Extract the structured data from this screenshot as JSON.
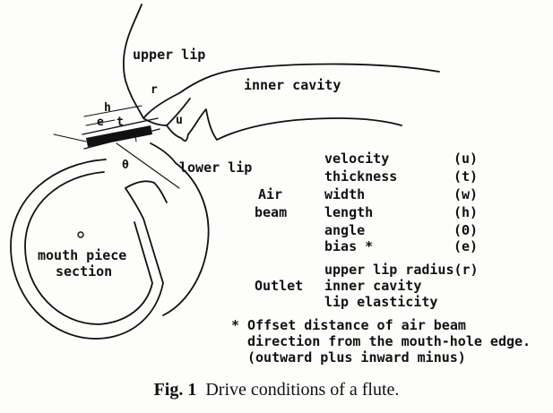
{
  "labels": {
    "upper_lip": "upper lip",
    "inner_cavity": "inner cavity",
    "lower_lip": "lower lip",
    "mouth_piece": "mouth piece",
    "section": "section",
    "r": "r",
    "h": "h",
    "e": "e",
    "t": "t",
    "u": "u",
    "theta": "θ"
  },
  "air_beam": {
    "group_line1": "Air",
    "group_line2": "beam",
    "params": [
      {
        "name": "velocity",
        "symbol": "(u)"
      },
      {
        "name": "thickness",
        "symbol": "(t)"
      },
      {
        "name": "width",
        "symbol": "(w)"
      },
      {
        "name": "length",
        "symbol": "(h)"
      },
      {
        "name": "angle",
        "symbol": "(Θ)"
      },
      {
        "name": "bias  *",
        "symbol": "(e)"
      }
    ]
  },
  "outlet": {
    "group": "Outlet",
    "params": [
      "upper lip radius(r)",
      "inner cavity",
      "lip elasticity"
    ]
  },
  "note": {
    "line1": "* Offset distance of air beam",
    "line2": "direction from the mouth-hole edge.",
    "line3": "(outward plus inward minus)"
  },
  "caption": {
    "fig": "Fig. 1",
    "text": "Drive conditions of a flute."
  }
}
